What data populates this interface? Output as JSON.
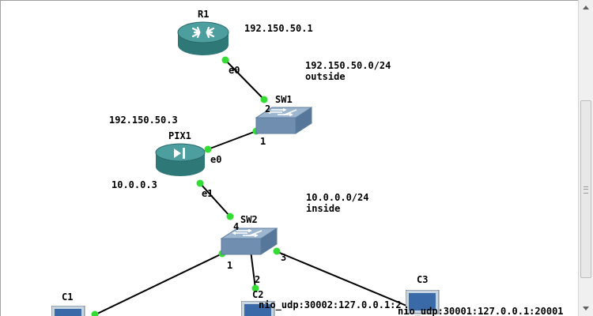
{
  "topology": {
    "nodes": {
      "r1": {
        "name": "R1",
        "icon": "router-icon",
        "ip": "192.150.50.1"
      },
      "sw1": {
        "name": "SW1",
        "icon": "switch-icon",
        "network": "192.150.50.0/24",
        "zone": "outside"
      },
      "pix1": {
        "name": "PIX1",
        "icon": "firewall-icon",
        "ip_outside": "192.150.50.3",
        "ip_inside": "10.0.0.3"
      },
      "sw2": {
        "name": "SW2",
        "icon": "switch-icon",
        "network": "10.0.0.0/24",
        "zone": "inside"
      },
      "c1": {
        "name": "C1",
        "icon": "computer-icon"
      },
      "c2": {
        "name": "C2",
        "icon": "computer-icon",
        "nio": "nio_udp:30002:127.0.0.1:2"
      },
      "c3": {
        "name": "C3",
        "icon": "computer-icon",
        "nio": "nio_udp:30001:127.0.0.1:20001"
      }
    },
    "ports": {
      "r1_e0": "e0",
      "sw1_p2": "2",
      "sw1_p1": "1",
      "pix1_e0": "e0",
      "pix1_e1": "e1",
      "sw2_p4": "4",
      "sw2_p1": "1",
      "sw2_p2": "2",
      "sw2_p3": "3"
    },
    "colors": {
      "link": "#000000",
      "port_dot": "#33dd33",
      "device_teal": "#3b8a8a",
      "switch_blue": "#7d9ab8"
    }
  }
}
